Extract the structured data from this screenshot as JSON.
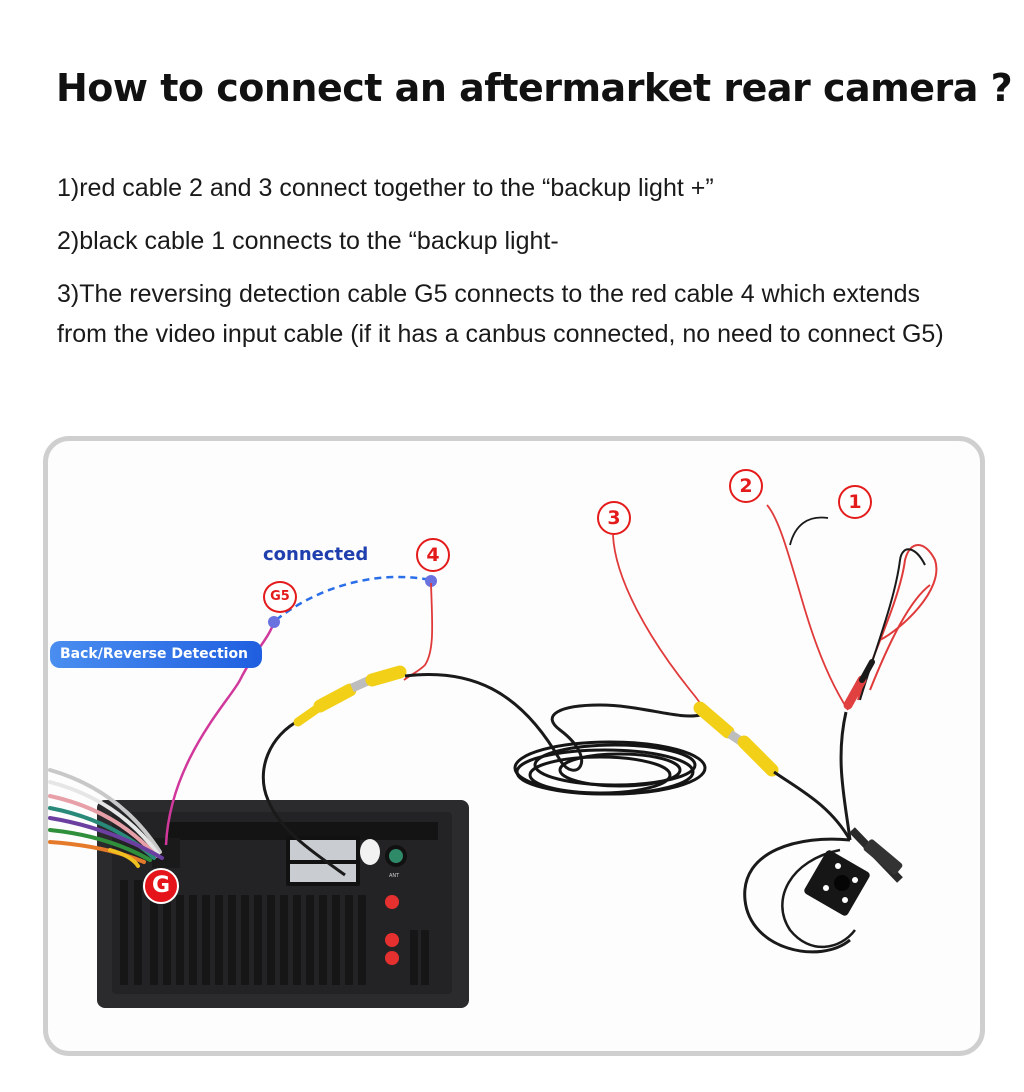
{
  "title": "How to connect an aftermarket rear camera ?",
  "instructions": {
    "step1": "1)red cable 2 and 3 connect together to the “backup light +”",
    "step2": "2)black cable 1 connects to the “backup light-",
    "step3": "3)The reversing detection cable G5 connects to the red cable 4 which extends from the video input cable (if it has a canbus connected, no need to connect G5)"
  },
  "diagram": {
    "badge_label": "Back/Reverse Detection",
    "connected_label": "connected",
    "markers": {
      "g5": "G5",
      "four": "4",
      "three": "3",
      "two": "2",
      "one": "1",
      "g": "G"
    },
    "head_unit_port_label": "ANT",
    "colors": {
      "marker_red": "#e41b1b",
      "badge_blue": "#2a6ee8",
      "connected_blue": "#1f3fae",
      "dashed_link": "#2a6ee8",
      "rca_yellow": "#f2d018",
      "g5_wire": "#d0399b",
      "red_wire": "#e03a3a",
      "black_wire": "#1a1a1a",
      "frame_border": "#cfcfcf"
    }
  }
}
